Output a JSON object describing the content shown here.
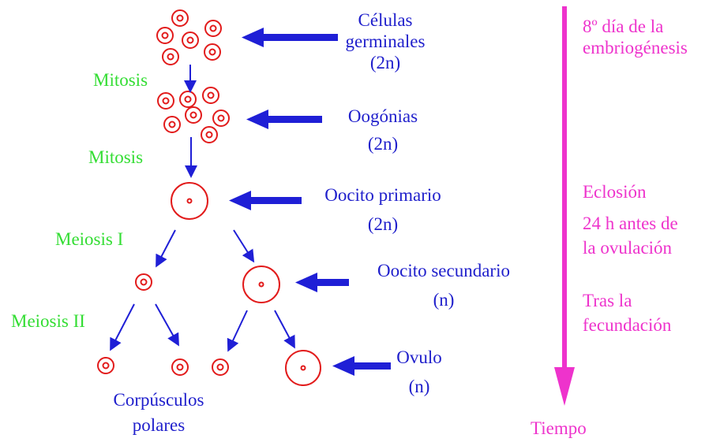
{
  "colors": {
    "cell": "#e21b1b",
    "stage_text": "#2020cc",
    "arrow": "#1f1fd6",
    "division_text": "#33dd33",
    "time_axis": "#ee33cc"
  },
  "stages": {
    "germinal": {
      "line1": "Células",
      "line2": "germinales",
      "line3": "(2n)"
    },
    "oogonia": {
      "line1": "Oogónias",
      "line2": "(2n)"
    },
    "primary_oocyte": {
      "line1": "Oocito primario",
      "line2": "(2n)"
    },
    "secondary_oocyte": {
      "line1": "Oocito secundario",
      "line2": "(n)"
    },
    "ovum": {
      "line1": "Ovulo",
      "line2": "(n)"
    },
    "polar_bodies": {
      "line1": "Corpúsculos",
      "line2": "polares"
    }
  },
  "divisions": {
    "mitosis_1": "Mitosis",
    "mitosis_2": "Mitosis",
    "meiosis_1": "Meiosis I",
    "meiosis_2": "Meiosis II"
  },
  "timeline": {
    "event_1": {
      "line1": "8º día de la",
      "line2": "embriogénesis"
    },
    "event_2": "Eclosión",
    "event_3": {
      "line1": "24 h antes de",
      "line2": "la ovulación"
    },
    "event_4": {
      "line1": "Tras la",
      "line2": "fecundación"
    },
    "axis_label": "Tiempo"
  }
}
